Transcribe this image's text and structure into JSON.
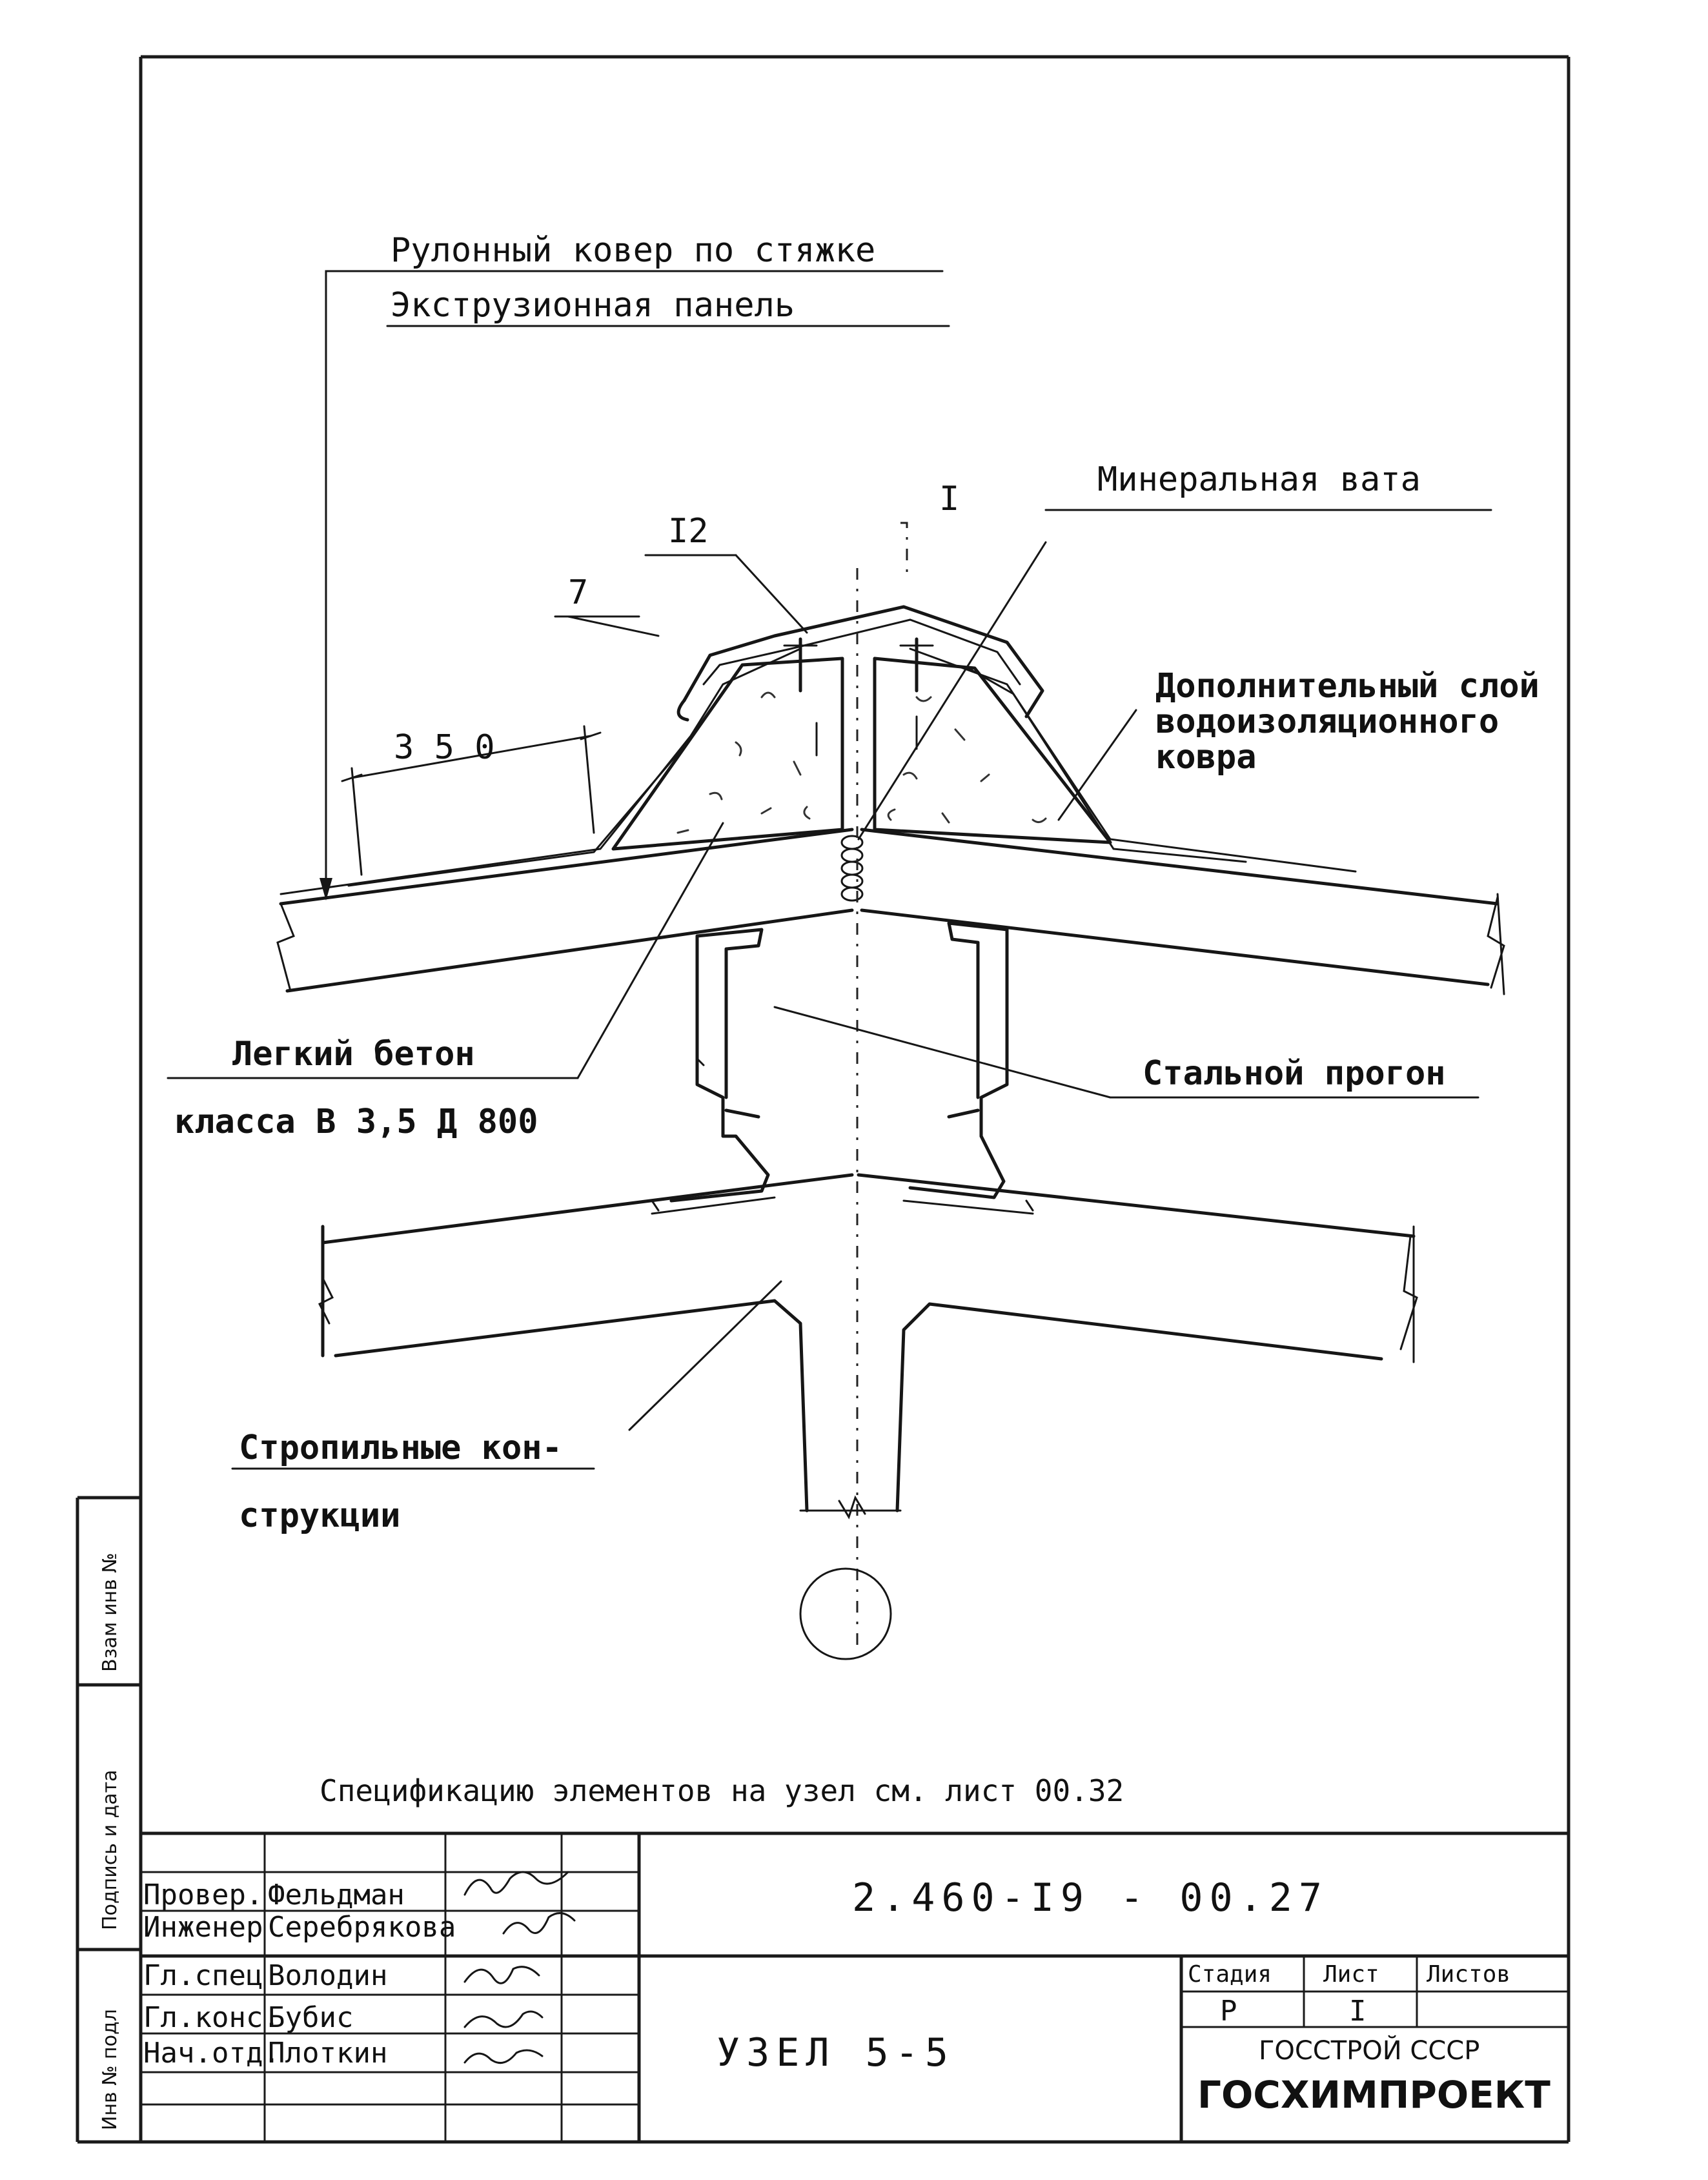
{
  "labels": {
    "roll_carpet": "Рулонный ковер по стяжке",
    "extrusion_panel": "Экструзионная панель",
    "mineral_wool": "Минеральная вата",
    "callout_I": "I",
    "pos_12": "I2",
    "pos_7": "7",
    "dim_350": "3 5 0",
    "extra_layer_1": "Дополнительный слой",
    "extra_layer_2": "водоизоляционного",
    "extra_layer_3": "ковра",
    "light_concrete_1": "Легкий бетон",
    "light_concrete_2": "класса В 3,5  Д 800",
    "steel_purlin": "Стальной прогон",
    "rafter_1": "Стропильные кон-",
    "rafter_2": "струкции",
    "spec_note": "Спецификацию элементов на узел см. лист 00.32"
  },
  "title_block": {
    "doc_number": "2.460-I9 - 00.27",
    "title": "УЗЕЛ  5-5",
    "rows": [
      {
        "role": "Провер.",
        "name": "Фельдман"
      },
      {
        "role": "Инженер",
        "name": "Серебрякова"
      },
      {
        "role": "Гл.спец",
        "name": "Володин"
      },
      {
        "role": "Гл.конс.",
        "name": "Бубис"
      },
      {
        "role": "Нач.отд.",
        "name": "Плоткин"
      }
    ],
    "stage_label": "Стадия",
    "sheet_label": "Лист",
    "sheets_label": "Листов",
    "stage_value": "Р",
    "sheet_value": "I",
    "org_line1": "ГОССТРОЙ СССР",
    "org_line2": "ГОСХИМПРОЕКТ"
  },
  "side_stamps": {
    "inv_replace": "Взам инв №",
    "sign_date": "Подпись и дата",
    "inv_orig": "Инв № подл"
  }
}
